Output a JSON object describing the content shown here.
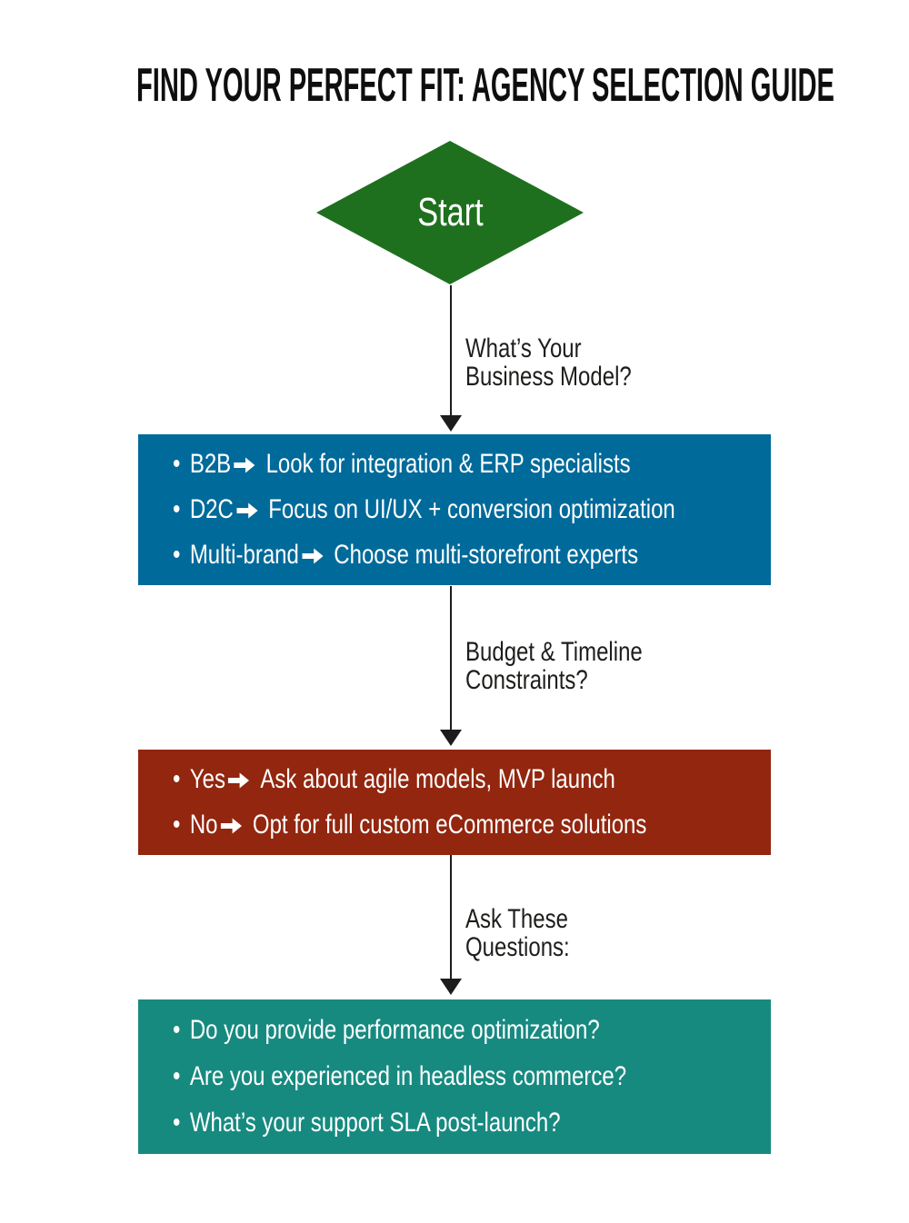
{
  "page": {
    "title": "FIND YOUR PERFECT FIT: AGENCY SELECTION GUIDE"
  },
  "colors": {
    "diamond_green": "#1e701e",
    "box_blue": "#006a9a",
    "box_red": "#92260f",
    "box_teal": "#178a80",
    "arrow_black": "#1c1c1c",
    "text_dark": "#1d1d1b",
    "text_light": "#ffffff"
  },
  "flow": {
    "start_label": "Start",
    "steps": [
      {
        "edge_label": [
          "What’s Your",
          "Business Model?"
        ],
        "box": {
          "items": [
            {
              "term": "B2B",
              "text": "Look for integration & ERP specialists"
            },
            {
              "term": "D2C",
              "text": "Focus on UI/UX + conversion optimization"
            },
            {
              "term": "Multi-brand",
              "text": "Choose multi-storefront experts"
            }
          ]
        }
      },
      {
        "edge_label": [
          "Budget & Timeline",
          "Constraints?"
        ],
        "box": {
          "items": [
            {
              "term": "Yes",
              "text": "Ask about agile models, MVP launch"
            },
            {
              "term": "No",
              "text": "Opt for full custom eCommerce solutions"
            }
          ]
        }
      },
      {
        "edge_label": [
          "Ask These",
          "Questions:"
        ],
        "box": {
          "items": [
            {
              "text": "Do you provide performance optimization?"
            },
            {
              "text": "Are you experienced in headless commerce?"
            },
            {
              "text": "What’s your support SLA post-launch?"
            }
          ]
        }
      }
    ]
  }
}
